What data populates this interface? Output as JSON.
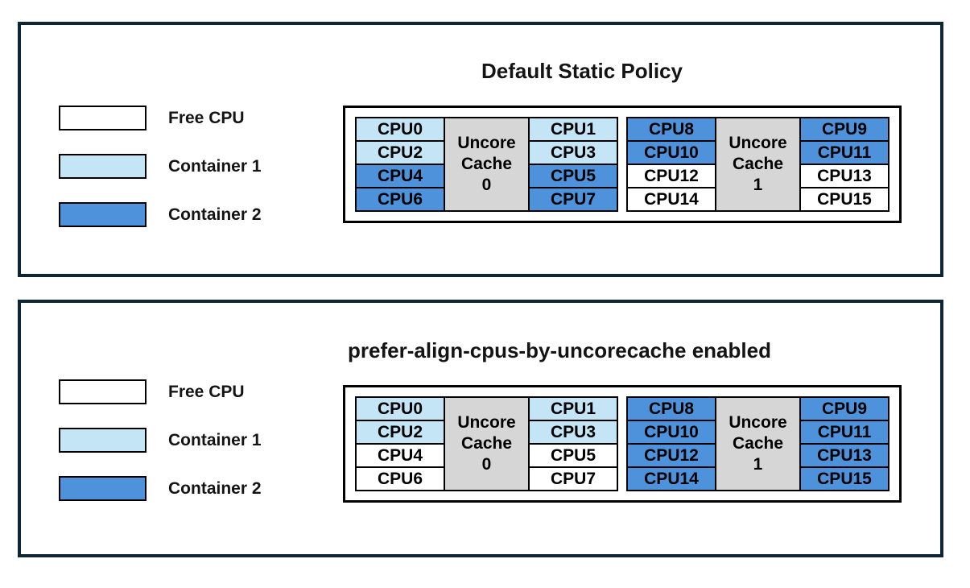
{
  "colors": {
    "free": "#ffffff",
    "container1": "#c3e5f6",
    "container2": "#4e92db",
    "uncore_cache": "#d6d6d6",
    "panel_border": "#0d2633",
    "cell_border": "#000000",
    "text": "#141414"
  },
  "legend": [
    {
      "label": "Free CPU",
      "fill": "free"
    },
    {
      "label": "Container 1",
      "fill": "container1"
    },
    {
      "label": "Container 2",
      "fill": "container2"
    }
  ],
  "panels": [
    {
      "title": "Default Static Policy",
      "groups": [
        {
          "cache_label": "Uncore\nCache\n0",
          "left": [
            {
              "label": "CPU0",
              "fill": "container1"
            },
            {
              "label": "CPU2",
              "fill": "container1"
            },
            {
              "label": "CPU4",
              "fill": "container2"
            },
            {
              "label": "CPU6",
              "fill": "container2"
            }
          ],
          "right": [
            {
              "label": "CPU1",
              "fill": "container1"
            },
            {
              "label": "CPU3",
              "fill": "container1"
            },
            {
              "label": "CPU5",
              "fill": "container2"
            },
            {
              "label": "CPU7",
              "fill": "container2"
            }
          ]
        },
        {
          "cache_label": "Uncore\nCache\n1",
          "left": [
            {
              "label": "CPU8",
              "fill": "container2"
            },
            {
              "label": "CPU10",
              "fill": "container2"
            },
            {
              "label": "CPU12",
              "fill": "free"
            },
            {
              "label": "CPU14",
              "fill": "free"
            }
          ],
          "right": [
            {
              "label": "CPU9",
              "fill": "container2"
            },
            {
              "label": "CPU11",
              "fill": "container2"
            },
            {
              "label": "CPU13",
              "fill": "free"
            },
            {
              "label": "CPU15",
              "fill": "free"
            }
          ]
        }
      ]
    },
    {
      "title": "prefer-align-cpus-by-uncorecache enabled",
      "groups": [
        {
          "cache_label": "Uncore\nCache\n0",
          "left": [
            {
              "label": "CPU0",
              "fill": "container1"
            },
            {
              "label": "CPU2",
              "fill": "container1"
            },
            {
              "label": "CPU4",
              "fill": "free"
            },
            {
              "label": "CPU6",
              "fill": "free"
            }
          ],
          "right": [
            {
              "label": "CPU1",
              "fill": "container1"
            },
            {
              "label": "CPU3",
              "fill": "container1"
            },
            {
              "label": "CPU5",
              "fill": "free"
            },
            {
              "label": "CPU7",
              "fill": "free"
            }
          ]
        },
        {
          "cache_label": "Uncore\nCache\n1",
          "left": [
            {
              "label": "CPU8",
              "fill": "container2"
            },
            {
              "label": "CPU10",
              "fill": "container2"
            },
            {
              "label": "CPU12",
              "fill": "container2"
            },
            {
              "label": "CPU14",
              "fill": "container2"
            }
          ],
          "right": [
            {
              "label": "CPU9",
              "fill": "container2"
            },
            {
              "label": "CPU11",
              "fill": "container2"
            },
            {
              "label": "CPU13",
              "fill": "container2"
            },
            {
              "label": "CPU15",
              "fill": "container2"
            }
          ]
        }
      ]
    }
  ]
}
